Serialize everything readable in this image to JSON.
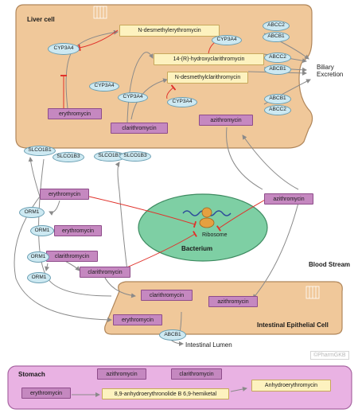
{
  "compartments": {
    "liver": "Liver cell",
    "intestine": "Intestinal Epithelial Cell",
    "bacterium": "Bacterium",
    "ribosome": "Ribosome",
    "blood": "Blood Stream",
    "stomach": "Stomach",
    "biliary": "Biliary\nExcretion",
    "lumen": "Intestinal Lumen"
  },
  "watermark": "©PharmGKB",
  "drugs": {
    "erythromycin": "erythromycin",
    "clarithromycin": "clarithromycin",
    "azithromycin": "azithromycin"
  },
  "metabolites": {
    "n_desmethylerythromycin": "N-desmethylerythromycin",
    "hydroxyclarithromycin": "14-(R)-hydroxyclarithromycin",
    "n_desmethylclarithromycin": "N-desmethylclarithromycin",
    "hemiketal": "8,9-anhydroerythronolide B 6,9-hemiketal",
    "anhydroerythromycin": "Anhydroerythromycin"
  },
  "proteins": {
    "cyp3a4": "CYP3A4",
    "abcc2": "ABCC2",
    "abcb1": "ABCB1",
    "slco1b1": "SLCO1B1",
    "slco1b3": "SLCO1B3",
    "orm1": "ORM1"
  },
  "colors": {
    "cell": "#f0c89a",
    "drug": "#c588c0",
    "metabolite": "#fdf2bf",
    "protein": "#cde9f2",
    "bacterium": "#7ecfa4",
    "stomach": "#e9b2e3",
    "inhibition": "#e0322b",
    "arrow": "#8a8a8a"
  }
}
